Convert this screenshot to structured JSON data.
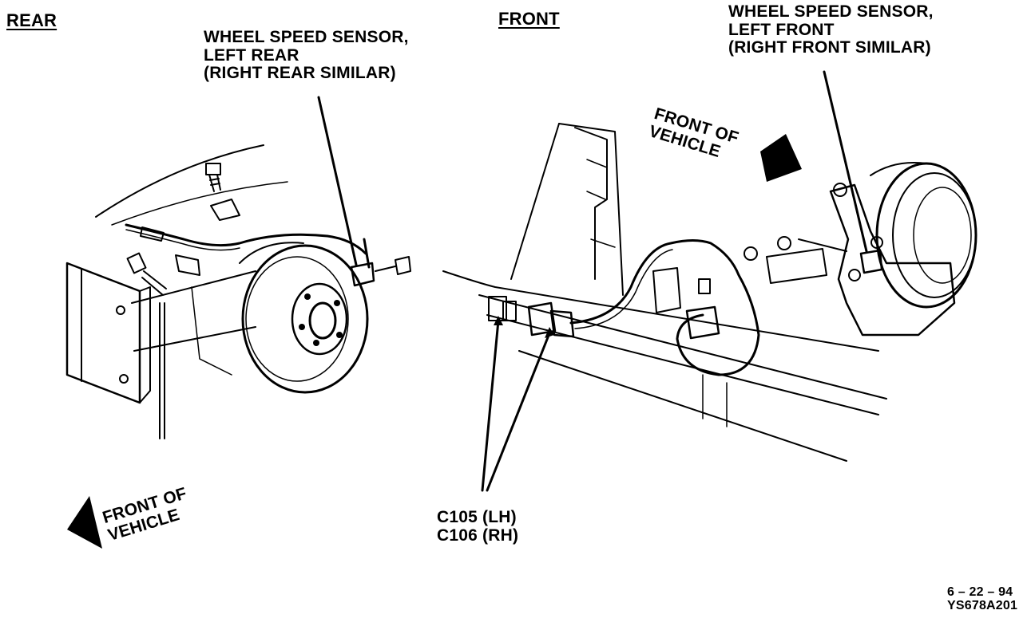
{
  "headings": {
    "rear": "REAR",
    "front": "FRONT"
  },
  "callouts": {
    "rear_sensor": [
      "WHEEL SPEED SENSOR,",
      "LEFT REAR",
      "(RIGHT REAR SIMILAR)"
    ],
    "front_sensor": [
      "WHEEL SPEED SENSOR,",
      "LEFT FRONT",
      "(RIGHT FRONT SIMILAR)"
    ],
    "connectors": [
      "C105 (LH)",
      "C106 (RH)"
    ]
  },
  "direction_labels": {
    "rear": [
      "FRONT OF",
      "VEHICLE"
    ],
    "front": [
      "FRONT OF",
      "VEHICLE"
    ]
  },
  "footer": {
    "date": "6 – 22 – 94",
    "figure_id": "YS678A201"
  },
  "colors": {
    "ink": "#000000",
    "paper": "#ffffff"
  }
}
